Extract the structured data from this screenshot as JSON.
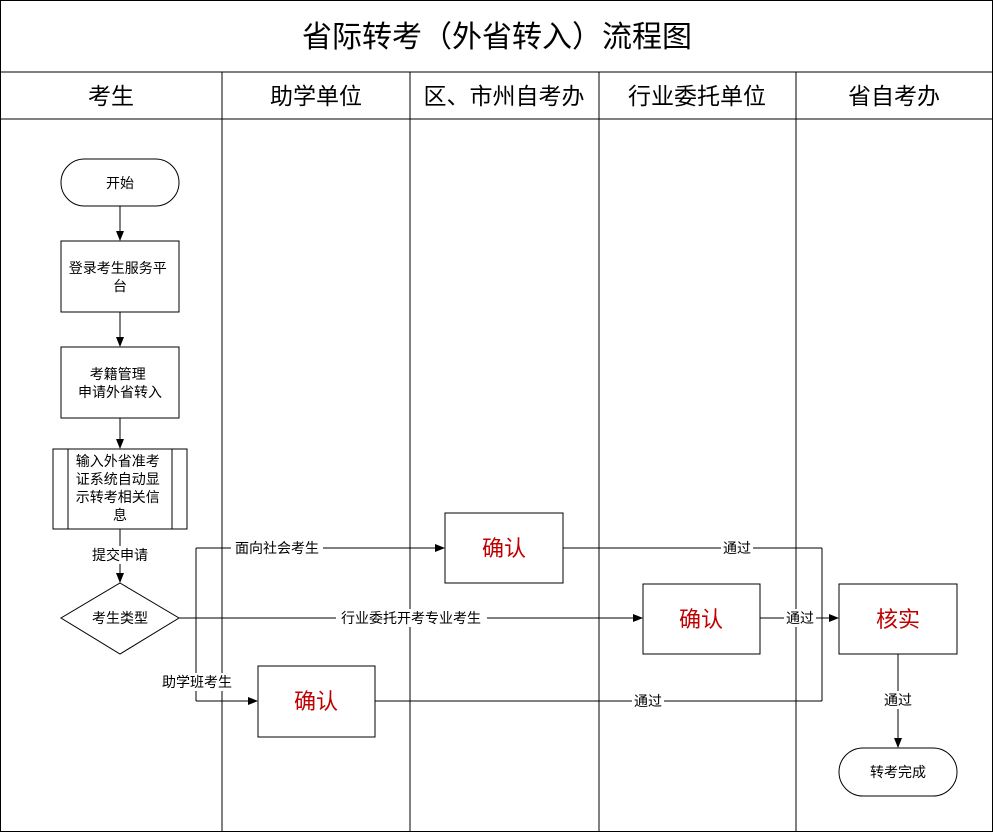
{
  "title": "省际转考（外省转入）流程图",
  "lanes": [
    "考生",
    "助学单位",
    "区、市州自考办",
    "行业委托单位",
    "省自考办"
  ],
  "nodes": {
    "start": "开始",
    "login": [
      "登录考生服务平",
      "台"
    ],
    "apply": [
      "考籍管理",
      "申请外省转入"
    ],
    "input": [
      "输入外省准考",
      "证系统自动显",
      "示转考相关信",
      "息"
    ],
    "type_decision": "考生类型",
    "confirm_district": "确认",
    "confirm_industry": "确认",
    "confirm_assist": "确认",
    "verify": "核实",
    "end": "转考完成"
  },
  "edges": {
    "submit": "提交申请",
    "social": "面向社会考生",
    "industry": "行业委托开考专业考生",
    "assist": "助学班考生",
    "pass_district": "通过",
    "pass_assist": "通过",
    "pass_industry": "通过",
    "pass_verify": "通过"
  },
  "colors": {
    "emphasis_text": "#c00000",
    "line": "#000000"
  }
}
